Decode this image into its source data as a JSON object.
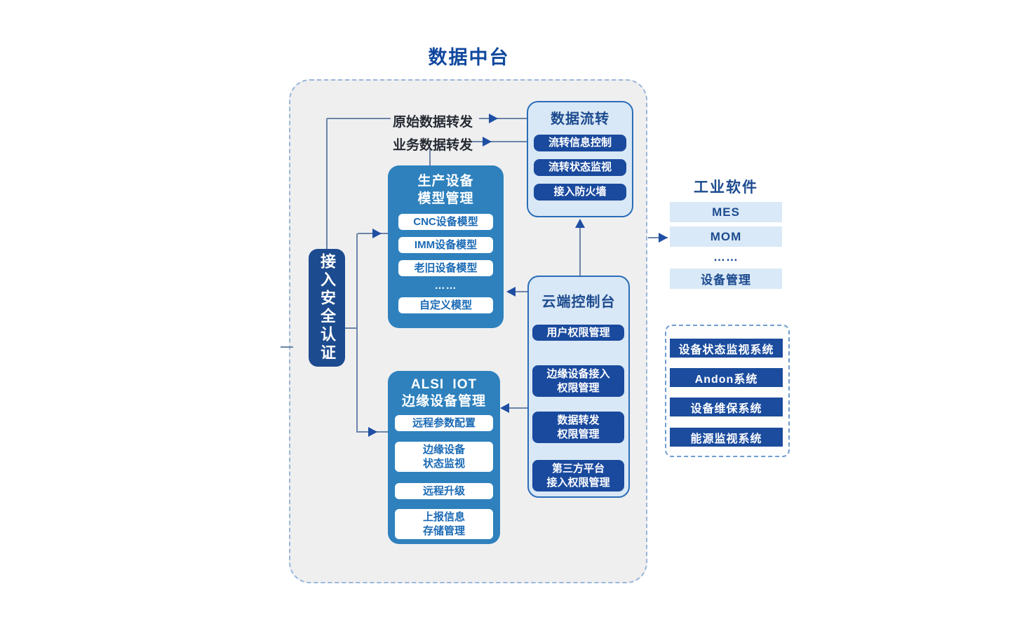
{
  "page_title": "数据中台",
  "colors": {
    "navy": "#1d4b8f",
    "pill_navy": "#1a4a9e",
    "medium_blue": "#2e81bd",
    "panel_bg": "#d9e8f6",
    "panel_border": "#2a6db8",
    "container_bg": "#efeff0",
    "container_dash": "#9ab7dc",
    "line": "#6c84a8",
    "arrow": "#1f4fa3",
    "pill_blue_text": "#1a6ab5",
    "label_text": "#262b33"
  },
  "auth": {
    "label": "接入安全认证"
  },
  "flow_labels": {
    "raw": "原始数据转发",
    "business": "业务数据转发"
  },
  "data_flow": {
    "title": "数据流转",
    "items": [
      "流转信息控制",
      "流转状态监视",
      "接入防火墙"
    ]
  },
  "device_model": {
    "title": "生产设备\n模型管理",
    "items": [
      "CNC设备模型",
      "IMM设备模型",
      "老旧设备模型",
      "……",
      "自定义模型"
    ]
  },
  "edge_mgmt": {
    "title": "ALSI IOT\n边缘设备管理",
    "items": [
      "远程参数配置",
      "边缘设备\n状态监视",
      "远程升级",
      "上报信息\n存储管理"
    ]
  },
  "cloud_console": {
    "title": "云端控制台",
    "items": [
      "用户权限管理",
      "边缘设备接入\n权限管理",
      "数据转发\n权限管理",
      "第三方平台\n接入权限管理"
    ]
  },
  "industrial_software": {
    "title": "工业软件",
    "items": [
      "MES",
      "MOM",
      "……",
      "设备管理"
    ]
  },
  "external_systems": {
    "items": [
      "设备状态监视系统",
      "Andon系统",
      "设备维保系统",
      "能源监视系统"
    ]
  }
}
